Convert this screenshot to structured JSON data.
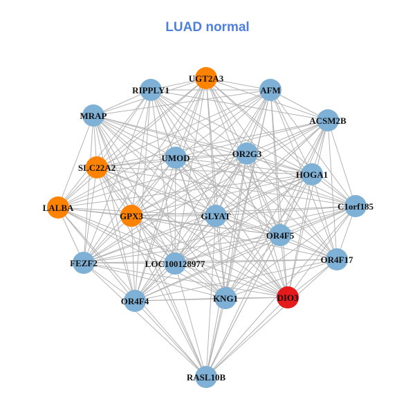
{
  "title": "LUAD normal",
  "colors": {
    "title": "#4f7fdc",
    "default_node": "#7fb0d6",
    "highlight_node": "#ff8200",
    "focus_node": "#e41a1c",
    "edge": "#b3b3b3"
  },
  "nodes": [
    {
      "id": "UGT2A3",
      "label": "UGT2A3",
      "group": "highlight"
    },
    {
      "id": "RIPPLY1",
      "label": "RIPPLY1",
      "group": "default"
    },
    {
      "id": "AFM",
      "label": "AFM",
      "group": "default"
    },
    {
      "id": "MRAP",
      "label": "MRAP",
      "group": "default"
    },
    {
      "id": "ACSM2B",
      "label": "ACSM2B",
      "group": "default"
    },
    {
      "id": "UMOD",
      "label": "UMOD",
      "group": "default"
    },
    {
      "id": "OR2G3",
      "label": "OR2G3",
      "group": "default"
    },
    {
      "id": "SLC22A2",
      "label": "SLC22A2",
      "group": "highlight"
    },
    {
      "id": "HOGA1",
      "label": "HOGA1",
      "group": "default"
    },
    {
      "id": "LALBA",
      "label": "LALBA",
      "group": "highlight"
    },
    {
      "id": "C1orf185",
      "label": "C1orf185",
      "group": "default"
    },
    {
      "id": "GPX3",
      "label": "GPX3",
      "group": "highlight"
    },
    {
      "id": "GLYAT",
      "label": "GLYAT",
      "group": "default"
    },
    {
      "id": "OR4F5",
      "label": "OR4F5",
      "group": "default"
    },
    {
      "id": "FEZF2",
      "label": "FEZF2",
      "group": "default"
    },
    {
      "id": "LOC100128977",
      "label": "LOC100128977",
      "group": "default"
    },
    {
      "id": "OR4F17",
      "label": "OR4F17",
      "group": "default"
    },
    {
      "id": "OR4F4",
      "label": "OR4F4",
      "group": "default"
    },
    {
      "id": "KNG1",
      "label": "KNG1",
      "group": "default"
    },
    {
      "id": "DIO3",
      "label": "DIO3",
      "group": "focus"
    },
    {
      "id": "RASL10B",
      "label": "RASL10B",
      "group": "default"
    }
  ]
}
